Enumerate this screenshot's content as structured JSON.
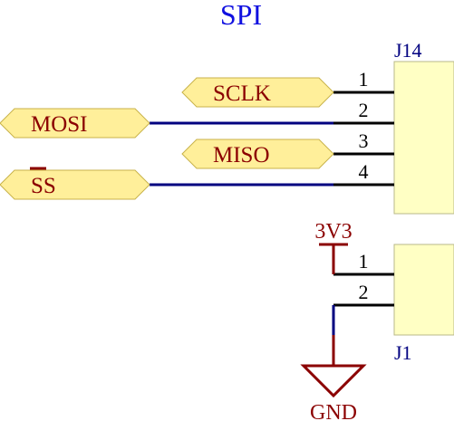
{
  "title": "SPI",
  "colors": {
    "title": "#1010e0",
    "net_label_fill": "#ffef9a",
    "net_label_stroke": "#c8b24a",
    "net_label_text": "#8b0000",
    "wire": "#000080",
    "pin": "#000000",
    "connector_fill": "#ffffc4",
    "connector_stroke": "#b9b98a",
    "ref_text": "#000080",
    "power": "#8b0000"
  },
  "net_labels": {
    "sclk": "SCLK",
    "mosi": "MOSI",
    "miso": "MISO",
    "ss": "SS"
  },
  "connectors": {
    "j14": {
      "ref": "J14",
      "pins": [
        "1",
        "2",
        "3",
        "4"
      ]
    },
    "j1": {
      "ref": "J1",
      "pins": [
        "1",
        "2"
      ]
    }
  },
  "power": {
    "vcc_label": "3V3",
    "gnd_label": "GND"
  }
}
